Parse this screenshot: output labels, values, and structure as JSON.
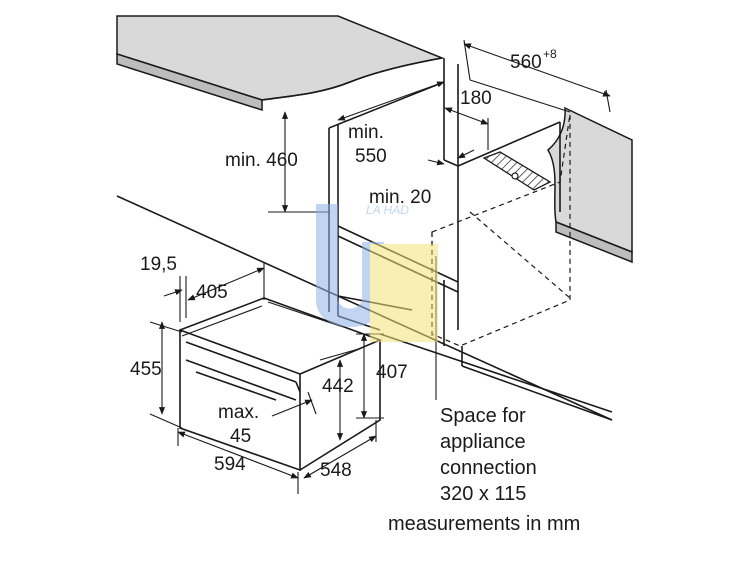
{
  "labels": {
    "depth_top": "560",
    "depth_top_sup": "+8",
    "offset_180": "180",
    "min_460": "min. 460",
    "min_550_a": "min.",
    "min_550_b": "550",
    "min_20": "min. 20",
    "dim_19_5": "19,5",
    "dim_405": "405",
    "dim_455": "455",
    "dim_442": "442",
    "dim_407": "407",
    "max_45_a": "max.",
    "max_45_b": "45",
    "dim_594": "594",
    "dim_548": "548"
  },
  "notes": {
    "line1": "Space for",
    "line2": "appliance",
    "line3": "connection",
    "line4": "320 x 115",
    "units": "measurements in mm"
  },
  "watermark": {
    "text": "LA HAD",
    "color_blue": "#8fb4e8",
    "color_yellow": "#f3e27a"
  }
}
